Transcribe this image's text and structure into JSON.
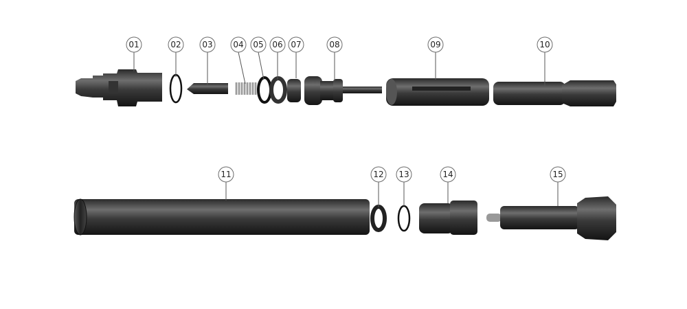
{
  "labels": [
    "01",
    "02",
    "03",
    "04",
    "05",
    "06",
    "07",
    "08",
    "09",
    "10",
    "11",
    "12",
    "13",
    "14",
    "15"
  ],
  "colors": {
    "part_dark": "#1e1e1e",
    "part_mid": "#4a4a4a",
    "part_light": "#7a7a7a",
    "callout_stroke": "#6b6b6b"
  }
}
